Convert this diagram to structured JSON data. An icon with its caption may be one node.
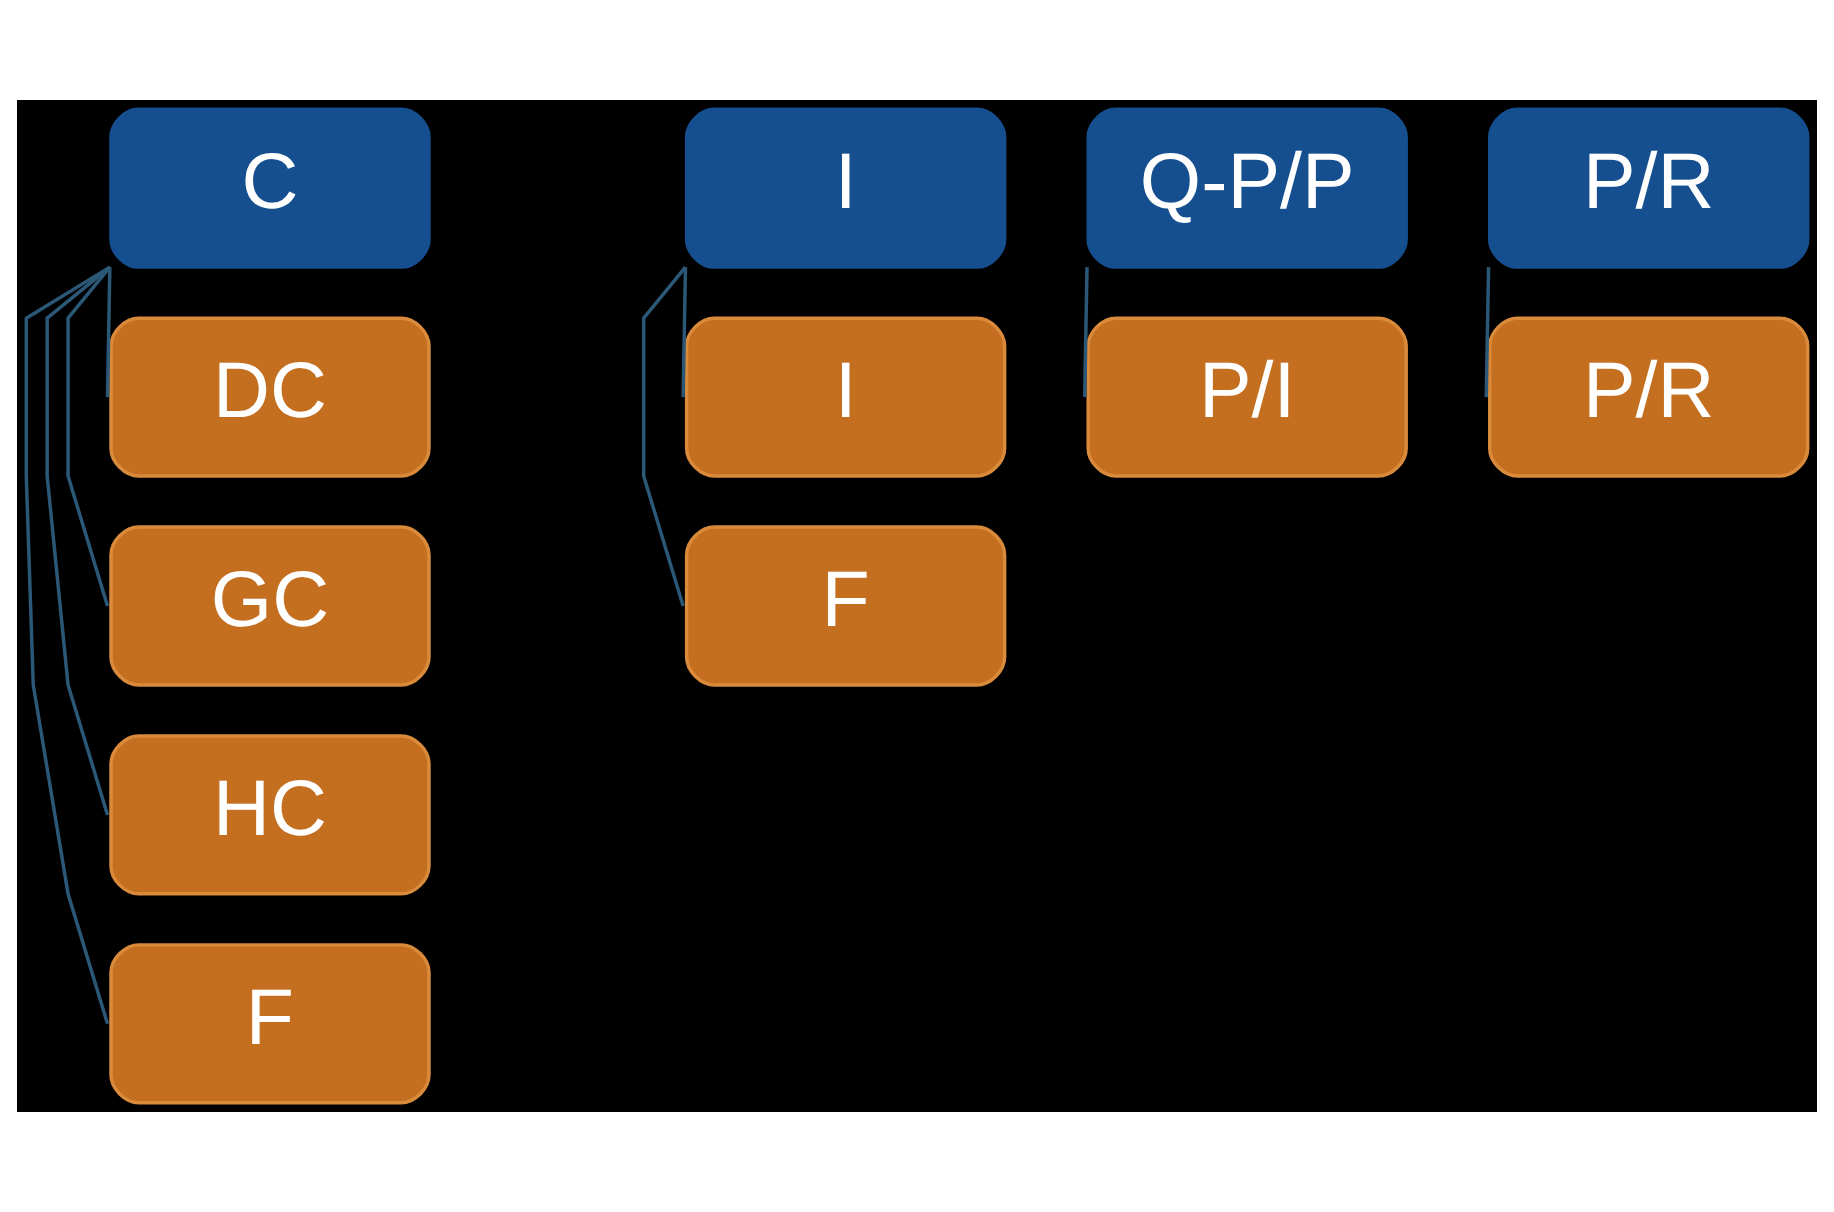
{
  "diagram": {
    "nodes": [
      {
        "text": [
          "C"
        ]
      },
      {
        "text": [
          "DC"
        ]
      },
      {
        "text": [
          "GC"
        ]
      },
      {
        "text": [
          "HC"
        ]
      },
      {
        "text": [
          "F"
        ]
      },
      {
        "text": [
          "I"
        ]
      },
      {
        "text": [
          "I"
        ]
      },
      {
        "text": [
          "F"
        ]
      },
      {
        "text": [
          "Q-P/P"
        ]
      },
      {
        "text": [
          "P/I"
        ]
      },
      {
        "text": [
          "P/R"
        ]
      },
      {
        "text": [
          "P/R"
        ]
      }
    ],
    "edges": [
      {
        "from": 0,
        "to": 1,
        "arrow": "none"
      },
      {
        "from": 0,
        "to": 2,
        "arrow": "none"
      },
      {
        "from": 0,
        "to": 3,
        "arrow": "none"
      },
      {
        "from": 0,
        "to": 4,
        "arrow": "none"
      },
      {
        "from": 5,
        "to": 6,
        "arrow": "none"
      },
      {
        "from": 5,
        "to": 7,
        "arrow": "none"
      },
      {
        "from": 8,
        "to": 9,
        "arrow": "none"
      },
      {
        "from": 10,
        "to": 11,
        "arrow": "none"
      }
    ]
  }
}
